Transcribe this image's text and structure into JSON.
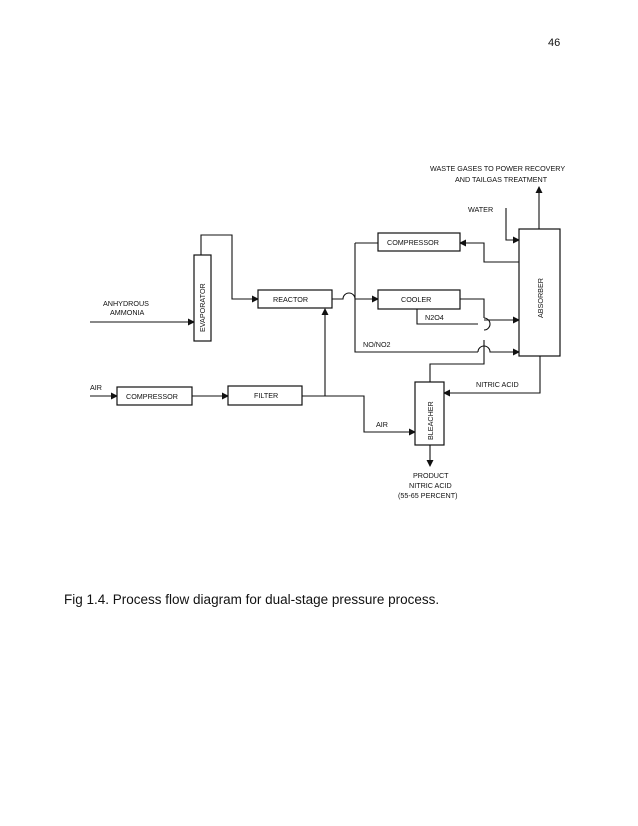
{
  "page_number": "46",
  "caption": "Fig 1.4. Process flow diagram for dual-stage pressure process.",
  "diagram": {
    "waste_gases_line1": "WASTE GASES TO POWER RECOVERY",
    "waste_gases_line2": "AND TAILGAS TREATMENT",
    "water": "WATER",
    "compressor_top": "COMPRESSOR",
    "cooler": "COOLER",
    "n2o4": "N2O4",
    "absorber": "ABSORBER",
    "anhydrous_line1": "ANHYDROUS",
    "anhydrous_line2": "AMMONIA",
    "evaporator": "EVAPORATOR",
    "reactor": "REACTOR",
    "no_no2": "NO/NO2",
    "nitric_acid": "NITRIC ACID",
    "air_inlet": "AIR",
    "compressor_bottom": "COMPRESSOR",
    "filter": "FILTER",
    "air_bleacher": "AIR",
    "bleacher": "BLEACHER",
    "product_line1": "PRODUCT",
    "product_line2": "NITRIC ACID",
    "product_line3": "(55-65 PERCENT)"
  }
}
